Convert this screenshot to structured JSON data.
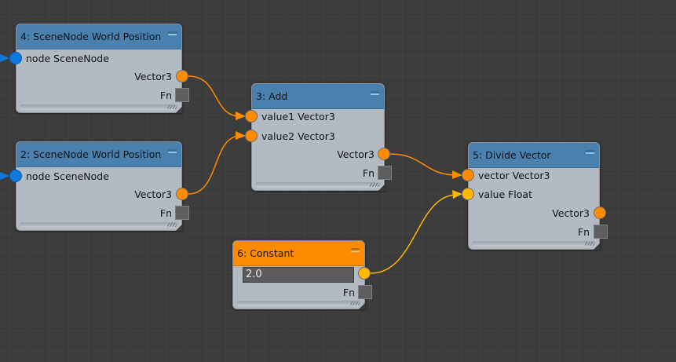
{
  "colors": {
    "background": "#3c3c3c",
    "grid_line": "#424242",
    "node_body": "#b3bac2",
    "header_blue": "#4a80ad",
    "header_orange": "#ff8c00",
    "port_scenenode": "#0f78e0",
    "port_vector3": "#ff8c00",
    "port_float": "#ffb800",
    "wire_vector3": "#ff8c00",
    "wire_float": "#ffb800"
  },
  "nodes": {
    "n4": {
      "title": "4: SceneNode World Position",
      "input_label": "node SceneNode",
      "output_label": "Vector3",
      "fn_label": "Fn",
      "minimize_icon": "minimize-icon"
    },
    "n2": {
      "title": "2: SceneNode World Position",
      "input_label": "node SceneNode",
      "output_label": "Vector3",
      "fn_label": "Fn",
      "minimize_icon": "minimize-icon"
    },
    "n3": {
      "title": "3: Add",
      "input1_label": "value1 Vector3",
      "input2_label": "value2 Vector3",
      "output_label": "Vector3",
      "fn_label": "Fn",
      "minimize_icon": "minimize-icon"
    },
    "n5": {
      "title": "5: Divide Vector",
      "input1_label": "vector Vector3",
      "input2_label": "value Float",
      "output_label": "Vector3",
      "fn_label": "Fn",
      "minimize_icon": "minimize-icon"
    },
    "n6": {
      "title": "6: Constant",
      "value": "2.0",
      "fn_label": "Fn",
      "minimize_icon": "minimize-icon"
    }
  },
  "connections": [
    {
      "from": "4: SceneNode World Position.Vector3",
      "to": "3: Add.value1 Vector3",
      "type": "Vector3"
    },
    {
      "from": "2: SceneNode World Position.Vector3",
      "to": "3: Add.value2 Vector3",
      "type": "Vector3"
    },
    {
      "from": "3: Add.Vector3",
      "to": "5: Divide Vector.vector Vector3",
      "type": "Vector3"
    },
    {
      "from": "6: Constant.Float",
      "to": "5: Divide Vector.value Float",
      "type": "Float"
    }
  ]
}
